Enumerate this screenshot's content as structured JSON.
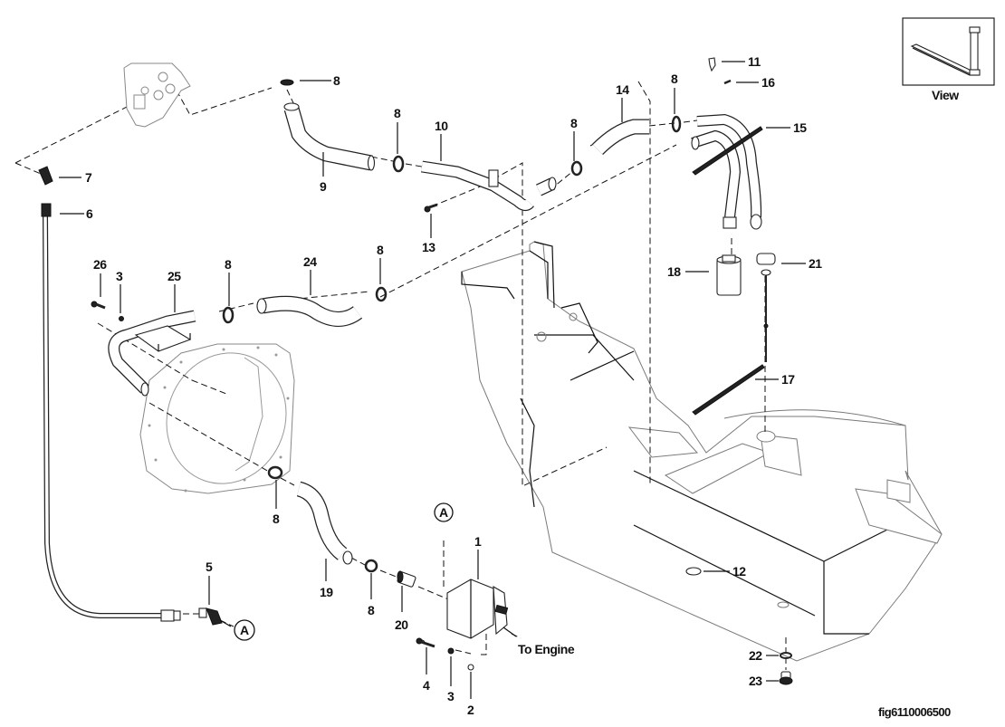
{
  "diagram": {
    "figure_id": "fig6110006500",
    "view_inset_label": "View",
    "note_to_engine": "To Engine",
    "reference_marker": "A",
    "callouts": {
      "c1": "1",
      "c2": "2",
      "c3a": "3",
      "c3b": "3",
      "c4": "4",
      "c5": "5",
      "c6": "6",
      "c7": "7",
      "c8a": "8",
      "c8b": "8",
      "c8c": "8",
      "c8d": "8",
      "c8e": "8",
      "c8f": "8",
      "c8g": "8",
      "c8h": "8",
      "c9": "9",
      "c10": "10",
      "c11": "11",
      "c12": "12",
      "c13": "13",
      "c14": "14",
      "c15": "15",
      "c16": "16",
      "c17": "17",
      "c18": "18",
      "c19": "19",
      "c20": "20",
      "c21": "21",
      "c22": "22",
      "c23": "23",
      "c24": "24",
      "c25": "25",
      "c26": "26"
    }
  }
}
